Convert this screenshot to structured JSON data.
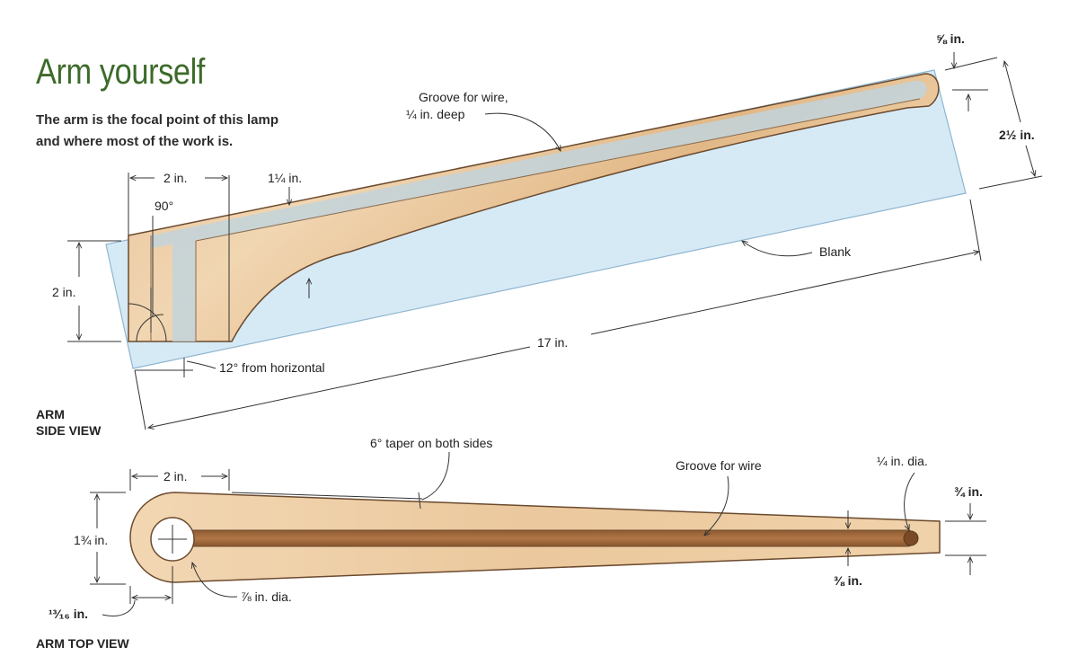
{
  "header": {
    "title": "Arm yourself",
    "subtitle_line1": "The arm is the focal point of this lamp",
    "subtitle_line2": "and where most of the work is."
  },
  "side_view": {
    "caption_line1": "ARM",
    "caption_line2": "SIDE VIEW",
    "labels": {
      "five_eighths": "⅝ in.",
      "two_half": "2½ in.",
      "groove_line1": "Groove for wire,",
      "groove_line2": "¼ in. deep",
      "two_in_top": "2 in.",
      "one_quarter": "1¼ in.",
      "angle_90": "90°",
      "two_in_left": "2 in.",
      "blank": "Blank",
      "seventeen": "17 in.",
      "twelve_deg": "12° from horizontal"
    }
  },
  "top_view": {
    "caption": "ARM TOP VIEW",
    "labels": {
      "taper": "6° taper on both sides",
      "two_in": "2 in.",
      "groove": "Groove for wire",
      "quarter_dia": "¼ in. dia.",
      "three_quarter": "¾ in.",
      "one_three_quarter": "1¾ in.",
      "three_eighths": "⅜ in.",
      "thirteen_sixteenths": "¹³⁄₁₆ in.",
      "seven_eighths_dia": "⅞ in. dia."
    }
  },
  "colors": {
    "title": "#3d6b2a",
    "wood_light": "#ebc89d",
    "wood_dark": "#a06a3e",
    "blank": "#d4e8f4",
    "outline": "#6b4a2e"
  }
}
